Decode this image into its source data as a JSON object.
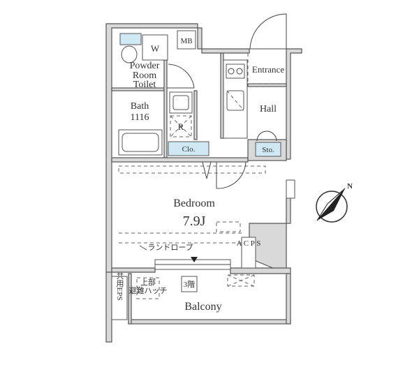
{
  "rooms": {
    "powder": "Powder",
    "room": "Room",
    "toilet": "Toilet",
    "bath": "Bath",
    "bath_size": "1116",
    "bedroom": "Bedroom",
    "bedroom_size": "7.9J",
    "hall": "Hall",
    "entrance": "Entrance",
    "balcony": "Balcony"
  },
  "fixtures": {
    "washer": "W",
    "meter_box": "MB",
    "refrigerator": "R",
    "closet": "Clo.",
    "storage": "Sto.",
    "laundry_pipe": "ランドロープ",
    "ac": "A C P S",
    "eps": "共用EPS",
    "escape_hatch_line1": "上部",
    "escape_hatch_line2": "避難ハッチ",
    "ladder": "3階"
  },
  "compass": {
    "north": "N"
  },
  "colors": {
    "highlight": "#cfe8f3",
    "wall": "#d9d9d9",
    "line": "#444444"
  }
}
